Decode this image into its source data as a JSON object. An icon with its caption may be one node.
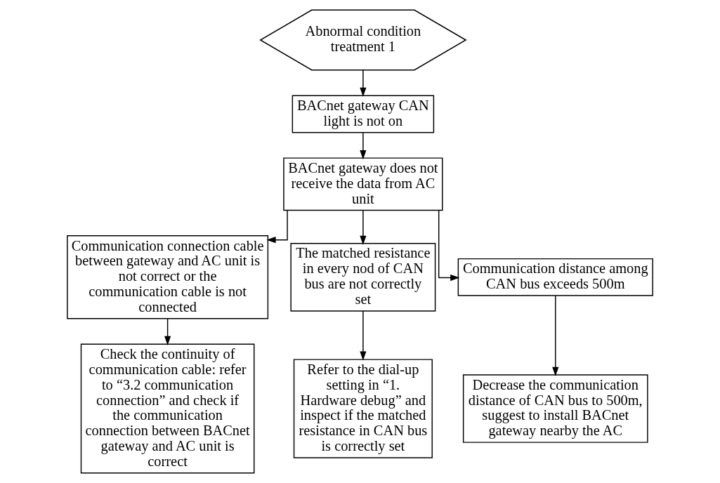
{
  "diagram": {
    "nodes": [
      {
        "text": [
          "Abnormal condition treatment 1"
        ]
      },
      {
        "text": [
          "BACnet gateway CAN light is not on"
        ]
      },
      {
        "text": [
          "BACnet gateway does not receive the data from AC unit"
        ]
      },
      {
        "text": [
          "Communication connection cable between gateway and AC unit is not correct or the communication cable is not connected"
        ]
      },
      {
        "text": [
          "The matched resistance in every nod of CAN bus are not correctly set"
        ]
      },
      {
        "text": [
          "Communication distance among CAN bus exceeds 500m"
        ]
      },
      {
        "text": [
          "Check the continuity of communication cable: refer to “3.2 communication connection” and check if the communication connection between BACnet gateway and AC unit is correct"
        ]
      },
      {
        "text": [
          "Refer to the dial-up setting in “1. Hardware debug” and inspect if the matched resistance in CAN bus is correctly set"
        ]
      },
      {
        "text": [
          "Decrease the communication distance of CAN bus to 500m, suggest to install BACnet gateway nearby the AC"
        ]
      }
    ],
    "edges": [
      {
        "from": 0,
        "to": 1,
        "arrow": "to"
      },
      {
        "from": 1,
        "to": 2,
        "arrow": "to"
      },
      {
        "from": 2,
        "to": 3,
        "arrow": "to"
      },
      {
        "from": 2,
        "to": 4,
        "arrow": "to"
      },
      {
        "from": 2,
        "to": 5,
        "arrow": "to"
      },
      {
        "from": 3,
        "to": 6,
        "arrow": "to"
      },
      {
        "from": 4,
        "to": 7,
        "arrow": "to"
      },
      {
        "from": 5,
        "to": 8,
        "arrow": "to"
      }
    ]
  }
}
